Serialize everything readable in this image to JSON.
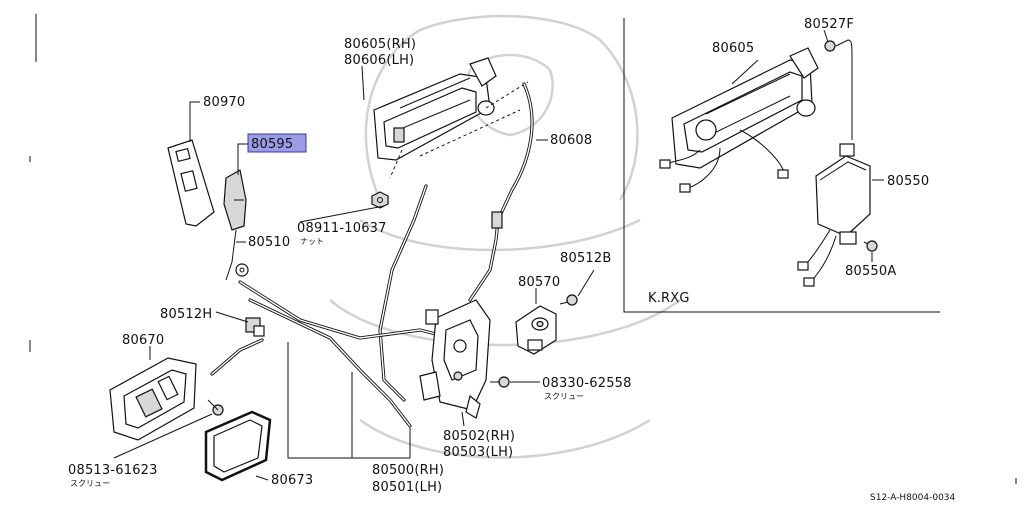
{
  "labels": {
    "p80970": "80970",
    "p80595": "80595",
    "p80510": "80510",
    "p80605_rh": "80605(RH)",
    "p80606_lh": "80606(LH)",
    "p80608": "80608",
    "p08911": "08911-10637",
    "nut": "ナット",
    "p80512b": "80512B",
    "p80570": "80570",
    "p80512h": "80512H",
    "p80670": "80670",
    "p08330": "08330-62558",
    "screw_a": "スクリュー",
    "p80502_rh": "80502(RH)",
    "p80503_lh": "80503(LH)",
    "p08513": "08513-61623",
    "screw_b": "スクリュー",
    "p80673": "80673",
    "p80500_rh": "80500(RH)",
    "p80501_lh": "80501(LH)",
    "inset_80527f": "80527F",
    "inset_80605": "80605",
    "inset_80550": "80550",
    "inset_80550a": "80550A",
    "inset_title": "K.RXG",
    "diagram_code": "S12-A-H8004-0034"
  },
  "colors": {
    "highlight": "#9b9be6",
    "line": "#111111",
    "watermark": "#d2d2d2"
  }
}
